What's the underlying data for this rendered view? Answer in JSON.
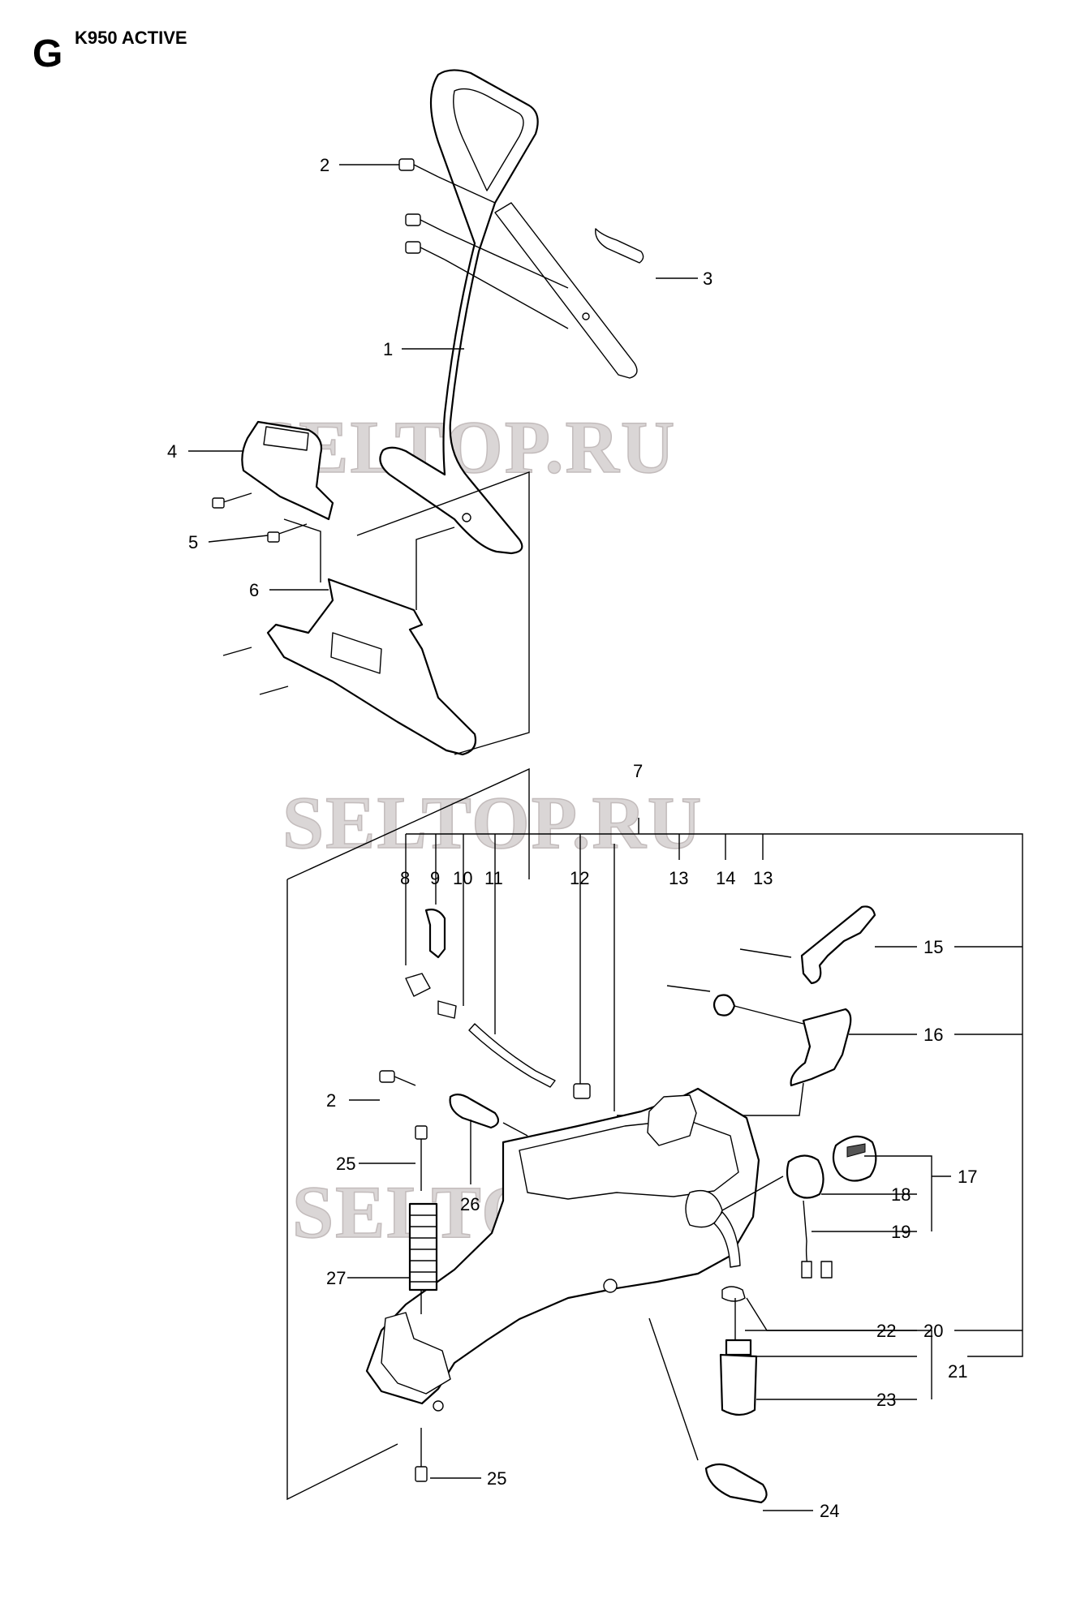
{
  "header": {
    "section_letter": "G",
    "model": "K950 ACTIVE"
  },
  "watermarks": [
    "SELTOP.RU",
    "SELTOP.RU",
    "SELTOP.RU"
  ],
  "callouts": {
    "c1": "1",
    "c2a": "2",
    "c2b": "2",
    "c3": "3",
    "c4": "4",
    "c5": "5",
    "c6": "6",
    "c7": "7",
    "c8": "8",
    "c9": "9",
    "c10": "10",
    "c11": "11",
    "c12": "12",
    "c13a": "13",
    "c13b": "13",
    "c14": "14",
    "c15": "15",
    "c16": "16",
    "c17": "17",
    "c18": "18",
    "c19": "19",
    "c20": "20",
    "c21": "21",
    "c22": "22",
    "c23": "23",
    "c24": "24",
    "c25a": "25",
    "c25b": "25",
    "c26": "26",
    "c27": "27"
  }
}
